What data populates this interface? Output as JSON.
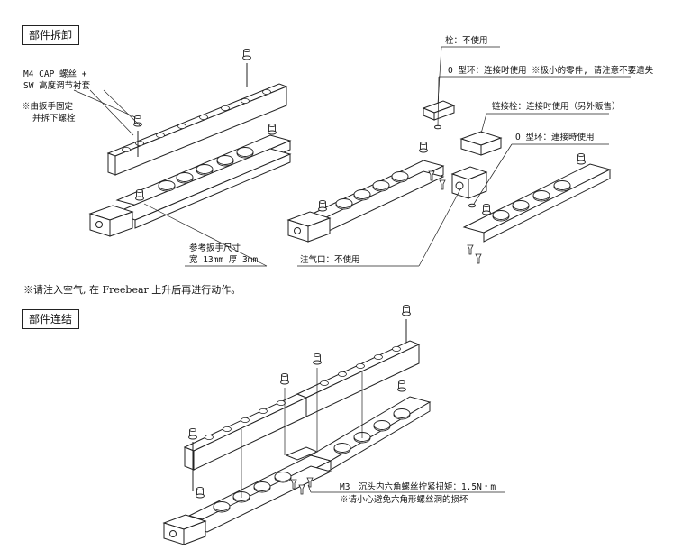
{
  "sections": {
    "disassembly": "部件拆卸",
    "connection": "部件连结"
  },
  "labels": {
    "m4_cap_1": "M4 CAP 螺丝 +",
    "m4_cap_2": "SW 高度调节衬套",
    "wrench_note_1": "※由扳手固定",
    "wrench_note_2": "并拆下螺栓",
    "wrench_size_1": "参考扳手尺寸",
    "wrench_size_2": "宽 13mm 厚 3mm",
    "plug_unused": "栓：不使用",
    "oring_1": "O 型环：连接时使用 ※极小的零件, 请注意不要遗失",
    "connect_plug": "链接栓：连接时使用（另外贩售）",
    "oring_2": "O 型环：連接時使用",
    "air_inlet": "注气口：不使用",
    "m3_screw": "M3　沉头内六角螺丝拧紧扭矩：1.5N・m",
    "m3_note": "※请小心避免六角形螺丝洞的损坏"
  },
  "notice": "※请注入空气, 在 Freebear 上升后再进行动作。",
  "colors": {
    "line": "#222222",
    "fill": "#ffffff",
    "shade": "#dddddd"
  }
}
